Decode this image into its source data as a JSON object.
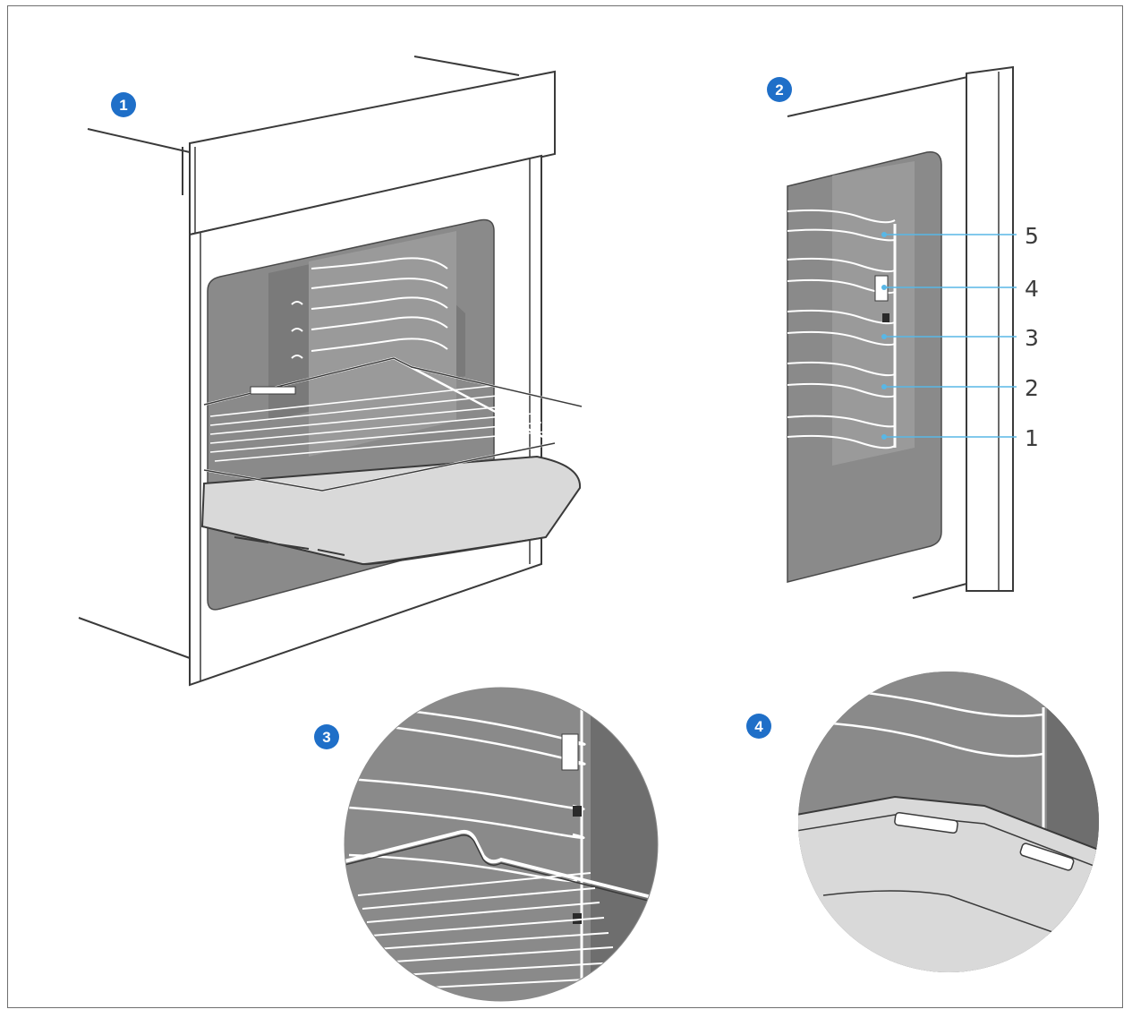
{
  "panels": [
    {
      "id": "1",
      "label": "1"
    },
    {
      "id": "2",
      "label": "2"
    },
    {
      "id": "3",
      "label": "3"
    },
    {
      "id": "4",
      "label": "4"
    }
  ],
  "levels": [
    "5",
    "4",
    "3",
    "2",
    "1"
  ],
  "colors": {
    "badge": "#1f6fc8",
    "cavity": "#8a8a8a",
    "cavity_dark": "#6f6f6f",
    "line": "#3a3a3a",
    "rack": "#ffffff",
    "tray": "#d9d9d9",
    "callout": "#58b7e6"
  }
}
